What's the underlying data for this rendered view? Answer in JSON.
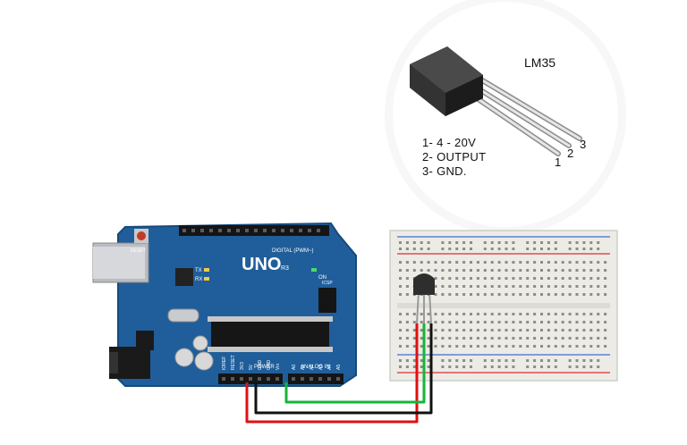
{
  "callout": {
    "title": "LM35",
    "pin_legend": [
      "1- 4 - 20V",
      "2- OUTPUT",
      "3- GND."
    ],
    "pin_numbers": [
      "1",
      "2",
      "3"
    ]
  },
  "board": {
    "name": "UNO",
    "revision": "R3",
    "header_label": "DIGITAL (PWM~)",
    "power_label": "POWER",
    "analog_label": "ANALOG IN",
    "on_label": "ON",
    "tx_label": "TX",
    "rx_label": "RX",
    "icsp_label": "ICSP",
    "reset_label": "RESET",
    "power_pins": [
      "IOREF",
      "RESET",
      "3V3",
      "5V",
      "GND",
      "GND",
      "Vin"
    ],
    "analog_pins": [
      "A0",
      "A1",
      "A2",
      "A3",
      "A4",
      "A5"
    ]
  },
  "wires": {
    "colors": {
      "vcc": "#e01010",
      "gnd": "#111111",
      "signal": "#16b53a"
    }
  },
  "colors": {
    "board_blue": "#1f5e9a",
    "breadboard": "#ecebe6",
    "rail_red": "#d9302c",
    "rail_blue": "#3a6fc9",
    "sensor_body": "#3a3a3a"
  }
}
